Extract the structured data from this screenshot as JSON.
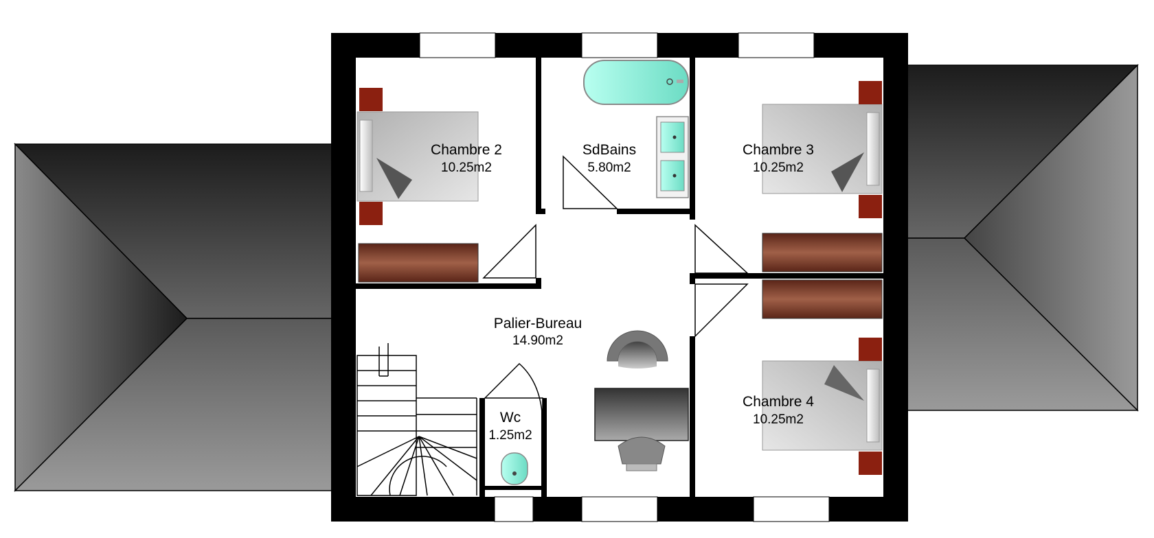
{
  "rooms": {
    "chambre2": {
      "name": "Chambre 2",
      "area": "10.25m2"
    },
    "sdbains": {
      "name": "SdBains",
      "area": "5.80m2"
    },
    "chambre3": {
      "name": "Chambre 3",
      "area": "10.25m2"
    },
    "palier": {
      "name": "Palier-Bureau",
      "area": "14.90m2"
    },
    "wc": {
      "name": "Wc",
      "area": "1.25m2"
    },
    "chambre4": {
      "name": "Chambre 4",
      "area": "10.25m2"
    }
  },
  "colors": {
    "wall": "#000000",
    "roof_dark": "#1e1e1e",
    "roof_light": "#8a8a8a",
    "wardrobe": "#6a2e1e",
    "nightstand": "#8b2010",
    "bath_water": "#8ff0dc",
    "bed": "#c8c8c8"
  }
}
